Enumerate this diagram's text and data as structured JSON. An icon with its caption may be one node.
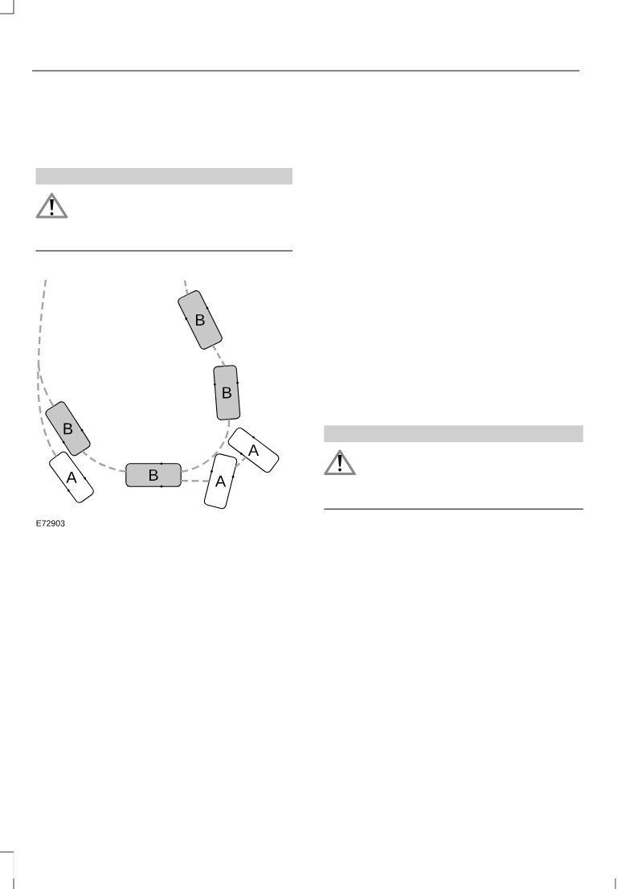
{
  "diagram": {
    "nodes": [
      {
        "text": [],
        "shape": "bar"
      },
      {
        "text": [
          "B"
        ]
      },
      {
        "text": [
          "B"
        ]
      },
      {
        "text": [
          "B"
        ]
      },
      {
        "text": [
          "A"
        ]
      },
      {
        "text": [
          "B"
        ]
      },
      {
        "text": [
          "A"
        ]
      },
      {
        "text": [
          "A"
        ]
      },
      {
        "text": [],
        "shape": "bar"
      }
    ],
    "edges": [
      {
        "from": null,
        "to": 1,
        "arrow": "none",
        "style": "dashed"
      },
      {
        "from": 1,
        "to": 2,
        "arrow": "none",
        "style": "dashed"
      },
      {
        "from": 2,
        "to": 5,
        "arrow": "none",
        "style": "dashed"
      },
      {
        "from": 5,
        "to": 3,
        "arrow": "none",
        "style": "dashed"
      },
      {
        "from": 3,
        "to": null,
        "arrow": "none",
        "style": "dashed"
      },
      {
        "from": 5,
        "to": 6,
        "arrow": "none",
        "style": "dashed"
      },
      {
        "from": 6,
        "to": 4,
        "arrow": "none",
        "style": "dashed"
      },
      {
        "from": 7,
        "to": null,
        "arrow": "none",
        "style": "dashed"
      }
    ],
    "labels": [
      "E72903"
    ]
  }
}
